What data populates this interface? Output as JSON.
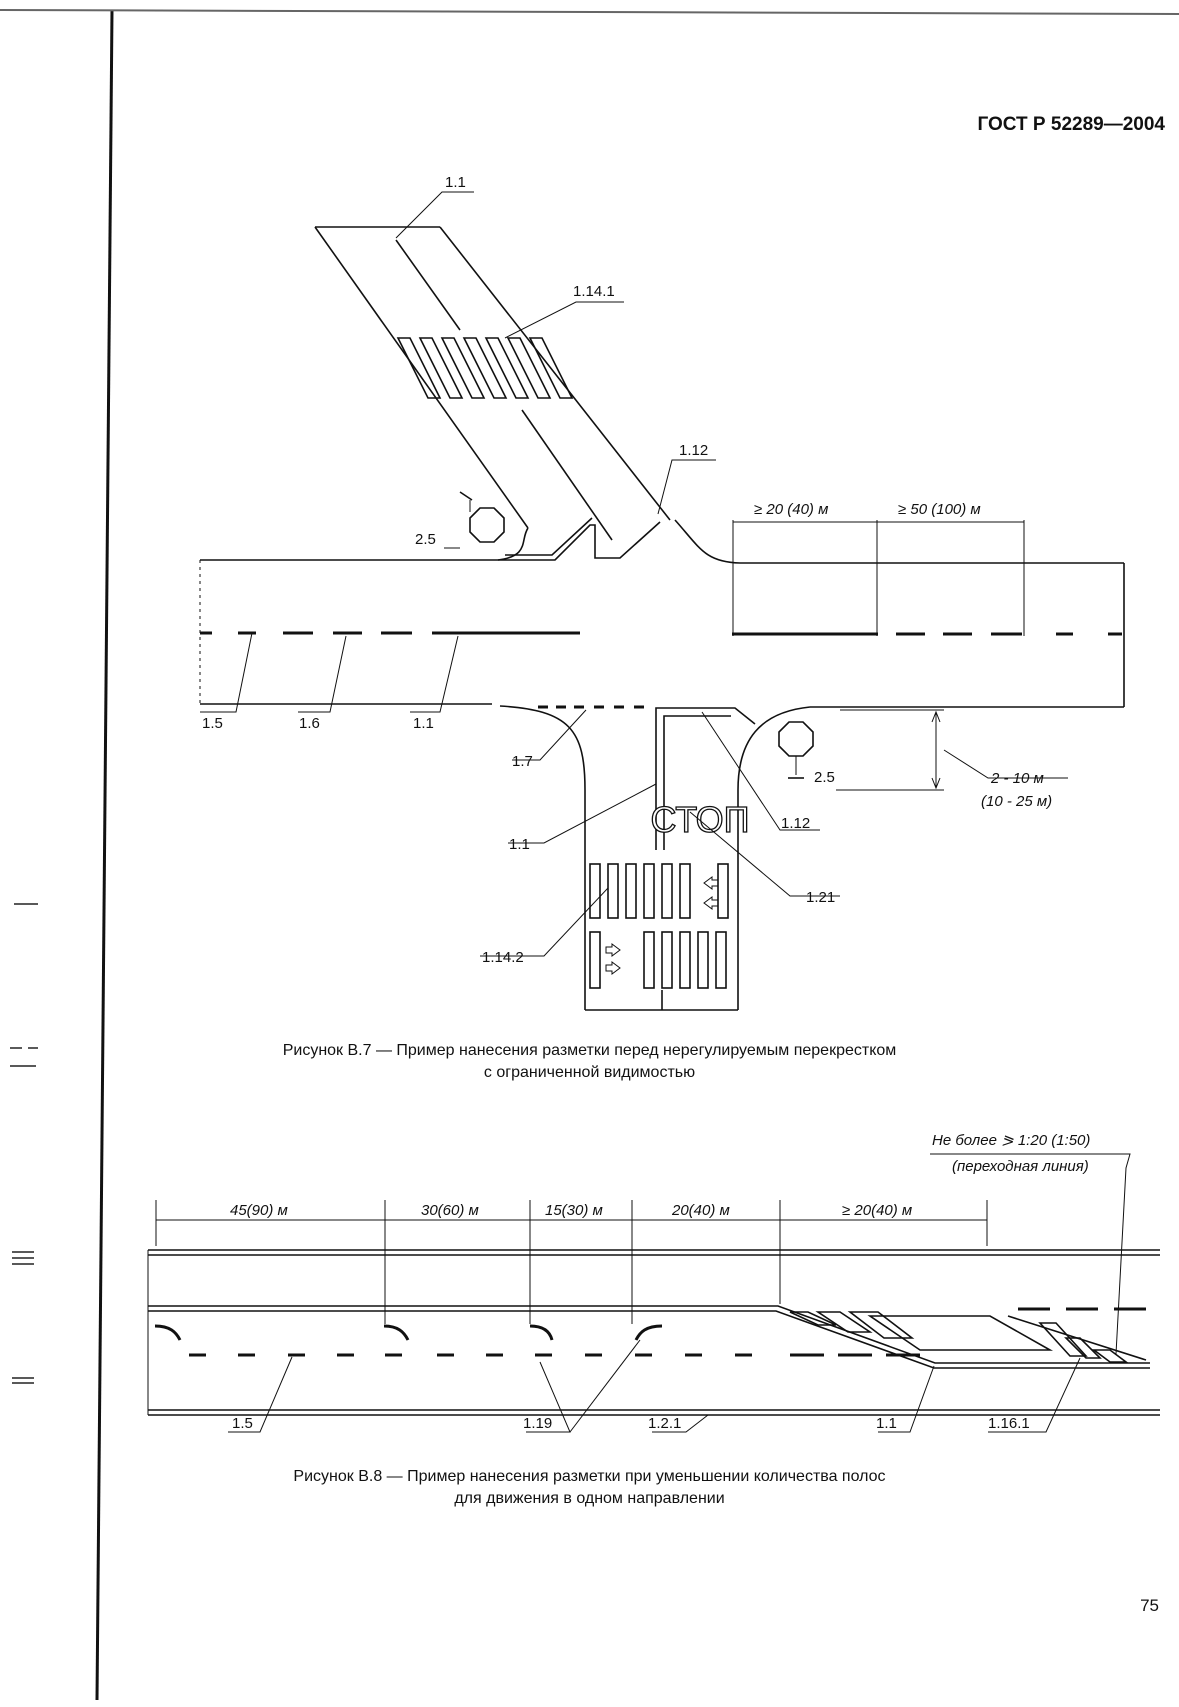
{
  "header": {
    "standard": "ГОСТ Р 52289—2004"
  },
  "figure7": {
    "labels": {
      "l_1_1_top": "1.1",
      "l_1_14_1": "1.14.1",
      "l_1_12_top": "1.12",
      "l_2_5_left": "2.5",
      "l_1_5": "1.5",
      "l_1_6": "1.6",
      "l_1_1_mid": "1.1",
      "l_1_7": "1.7",
      "l_1_1_low": "1.1",
      "l_1_14_2": "1.14.2",
      "l_2_5_right": "2.5",
      "l_1_12_low": "1.12",
      "l_1_21": "1.21",
      "dim_a": "≥ 20 (40) м",
      "dim_b": "≥ 50 (100) м",
      "dim_c": "2 - 10 м",
      "dim_d": "(10 - 25 м)",
      "stop": "СТОП"
    },
    "caption_line1": "Рисунок В.7 — Пример нанесения разметки перед нерегулируемым перекрестком",
    "caption_line2": "с ограниченной видимостью"
  },
  "figure8": {
    "labels": {
      "seg1": "45(90) м",
      "seg2": "30(60) м",
      "seg3": "15(30) м",
      "seg4": "20(40) м",
      "seg5": "≥ 20(40) м",
      "note1": "Не более ⪖ 1:20 (1:50)",
      "note2": "(переходная линия)",
      "l_1_5": "1.5",
      "l_1_19": "1.19",
      "l_1_2_1": "1.2.1",
      "l_1_1": "1.1",
      "l_1_16_1": "1.16.1"
    },
    "caption_line1": "Рисунок В.8 — Пример нанесения разметки при уменьшении количества полос",
    "caption_line2": "для движения в одном направлении"
  },
  "page_number": "75"
}
